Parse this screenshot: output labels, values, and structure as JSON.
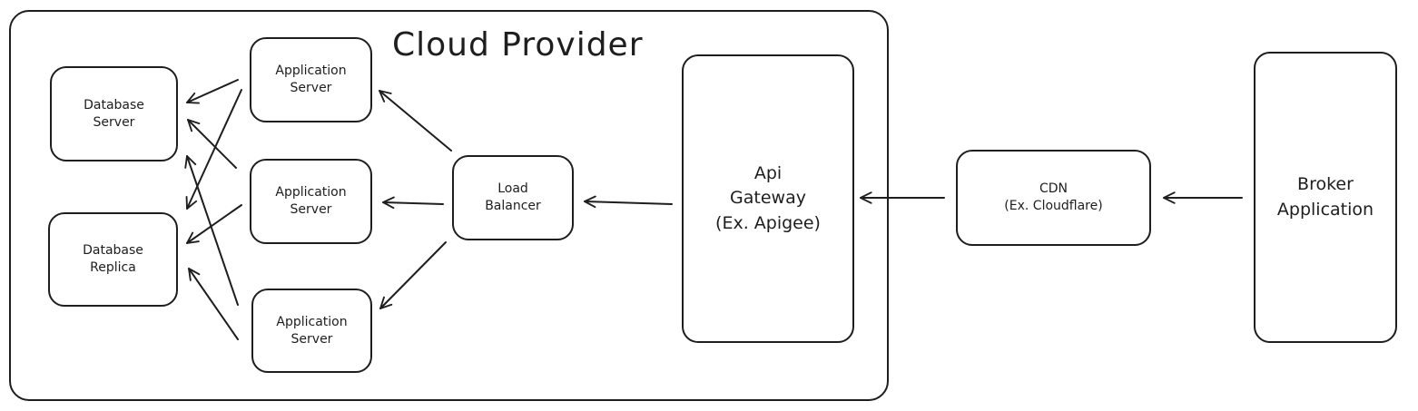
{
  "cloud": {
    "title": "Cloud Provider"
  },
  "nodes": {
    "db_server": "Database\nServer",
    "db_replica": "Database\nReplica",
    "app_server_1": "Application\nServer",
    "app_server_2": "Application\nServer",
    "app_server_3": "Application\nServer",
    "load_balancer": "Load\nBalancer",
    "api_gateway": "Api\nGateway\n(Ex. Apigee)",
    "cdn": "CDN\n(Ex. Cloudflare)",
    "broker": "Broker\nApplication"
  },
  "colors": {
    "stroke": "#1e1e1e",
    "background": "#ffffff"
  }
}
